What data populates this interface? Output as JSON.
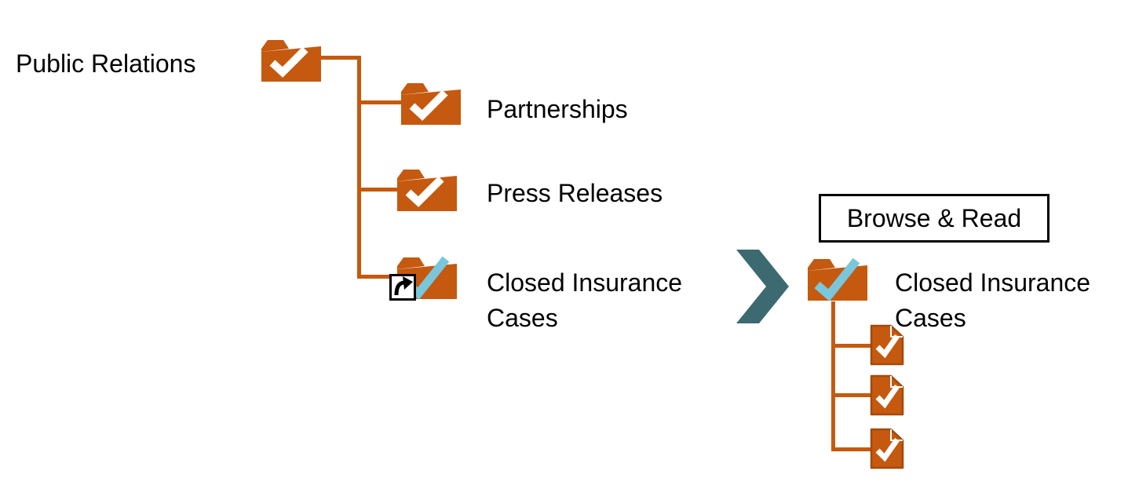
{
  "colors": {
    "folder_orange": "#C5590F",
    "connector_orange": "#C5590F",
    "doc_outline": "#A34A0D",
    "check_white": "#FFFFFF",
    "check_cyan": "#7AC6DA",
    "chevron_teal": "#3C6A70",
    "text_black": "#000000",
    "background": "#FFFFFF"
  },
  "source_tree": {
    "root": {
      "label": "Public Relations",
      "icon": "checked-folder",
      "check_color": "white"
    },
    "children": [
      {
        "label": "Partnerships",
        "icon": "checked-folder",
        "check_color": "white"
      },
      {
        "label": "Press Releases",
        "icon": "checked-folder",
        "check_color": "white"
      },
      {
        "label": "Closed Insurance Cases",
        "icon": "checked-folder-with-shortcut",
        "check_color": "cyan",
        "has_shortcut_overlay": true
      }
    ]
  },
  "transition": {
    "chevron_icon": "chevron-right",
    "action_label": "Browse & Read"
  },
  "result_tree": {
    "root": {
      "label": "Closed Insurance Cases",
      "icon": "checked-folder",
      "check_color": "cyan"
    },
    "documents": [
      {
        "icon": "checked-document"
      },
      {
        "icon": "checked-document"
      },
      {
        "icon": "checked-document"
      }
    ]
  }
}
